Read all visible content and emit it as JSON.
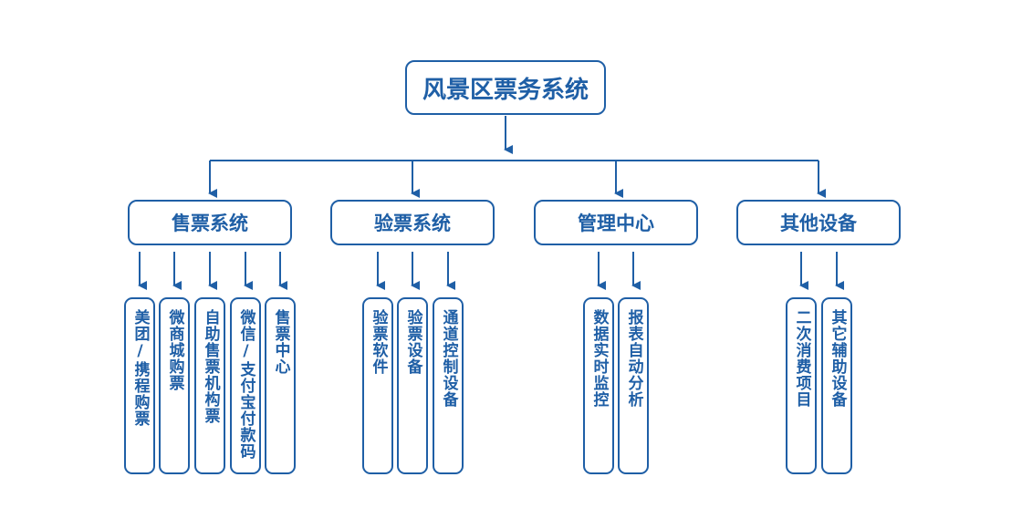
{
  "title": "风景区票务系统",
  "accent_color": "#1f5fa6",
  "categories": [
    {
      "name": "售票系统",
      "items": [
        "美团/携程购票",
        "微商城购票",
        "自助售票机构票",
        "微信/支付宝付款码",
        "售票中心"
      ]
    },
    {
      "name": "验票系统",
      "items": [
        "验票软件",
        "验票设备",
        "通道控制设备"
      ]
    },
    {
      "name": "管理中心",
      "items": [
        "数据实时监控",
        "报表自动分析"
      ]
    },
    {
      "name": "其他设备",
      "items": [
        "二次消费项目",
        "其它辅助设备"
      ]
    }
  ]
}
